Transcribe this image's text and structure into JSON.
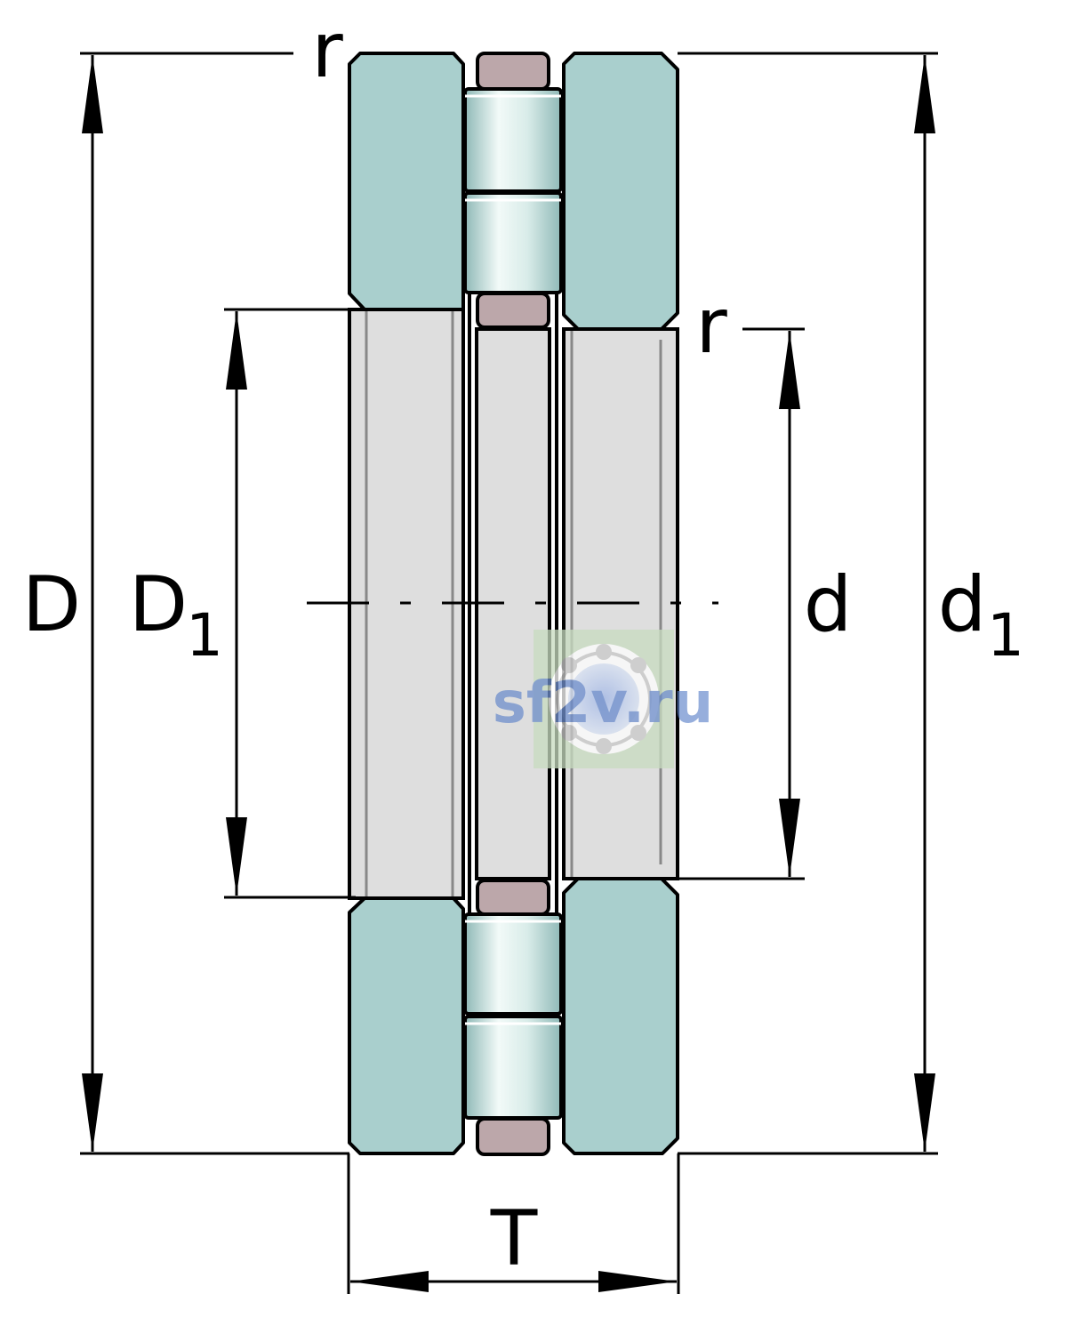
{
  "labels": {
    "D": "D",
    "D1_main": "D",
    "D1_sub": "1",
    "d": "d",
    "d1_main": "d",
    "d1_sub": "1",
    "T": "T",
    "r_top": "r",
    "r_right": "r"
  },
  "watermark": {
    "text": "sf2v.ru",
    "icon": "ball-bearing-icon"
  },
  "colors": {
    "washer": "#a9cfcd",
    "bore": "#dedede",
    "cage": "#bca7aa",
    "roller_light": "#e9f5f3",
    "roller_dark": "#8fb9b7",
    "line": "#000000",
    "watermark_bg": "#c8dcc0"
  }
}
